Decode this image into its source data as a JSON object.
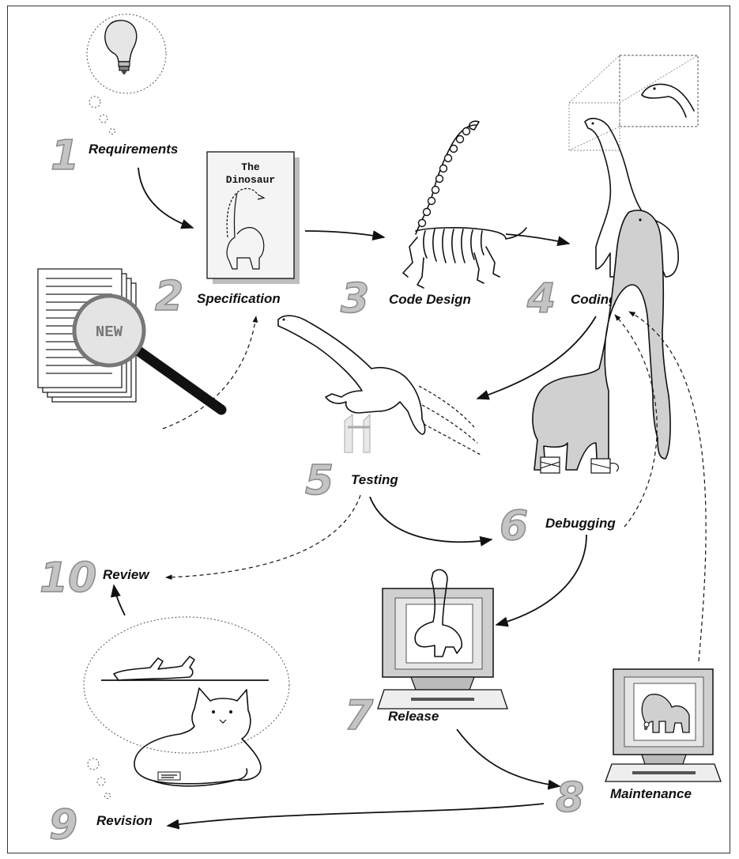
{
  "stages": [
    {
      "number": "1",
      "label": "Requirements"
    },
    {
      "number": "2",
      "label": "Specification"
    },
    {
      "number": "3",
      "label": "Code Design"
    },
    {
      "number": "4",
      "label": "Coding"
    },
    {
      "number": "5",
      "label": "Testing"
    },
    {
      "number": "6",
      "label": "Debugging"
    },
    {
      "number": "7",
      "label": "Release"
    },
    {
      "number": "8",
      "label": "Maintenance"
    },
    {
      "number": "9",
      "label": "Revision"
    },
    {
      "number": "10",
      "label": "Review"
    }
  ],
  "spec_document": {
    "title_line1": "The",
    "title_line2": "Dinosaur"
  },
  "review_magnifier_text": "NEW",
  "colors": {
    "number_fill": "#c4c4c4",
    "number_stroke": "#8a8a8a",
    "ink": "#111111",
    "dino_gray": "#d0d0d0"
  }
}
